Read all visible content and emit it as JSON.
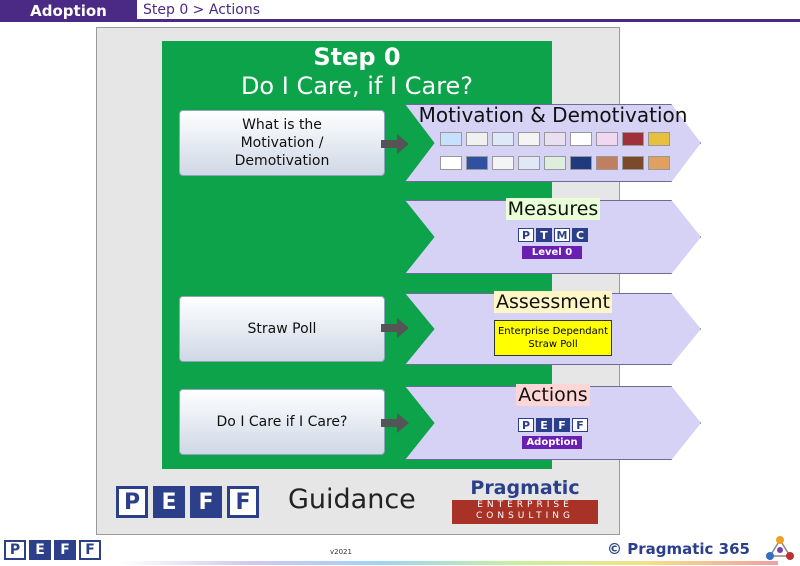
{
  "header": {
    "tab_label": "Adoption",
    "breadcrumb": "Step 0 > Actions"
  },
  "slide": {
    "title": "Step 0",
    "subtitle": "Do I Care, if I Care?",
    "questions": [
      {
        "line1": "What is the",
        "line2": "Motivation /",
        "line3": "Demotivation"
      },
      {
        "label": "Straw Poll"
      },
      {
        "label": "Do I Care if I Care?"
      }
    ],
    "chevrons": {
      "motivation": {
        "title": "Motivation & Demotivation"
      },
      "measures": {
        "title": "Measures",
        "letters": [
          "P",
          "T",
          "M",
          "C"
        ],
        "badge": "Level 0"
      },
      "assessment": {
        "title": "Assessment",
        "box_line1": "Enterprise Dependant",
        "box_line2": "Straw Poll"
      },
      "actions": {
        "title": "Actions",
        "letters": [
          "P",
          "E",
          "F",
          "F"
        ],
        "badge": "Adoption"
      }
    },
    "peff_letters": [
      "P",
      "E",
      "F",
      "F"
    ],
    "guidance": "Guidance",
    "brand": {
      "name": "Pragmatic",
      "tagline_line1": "ENTERPRISE",
      "tagline_line2": "CONSULTING"
    }
  },
  "footer": {
    "peff_letters": [
      "P",
      "E",
      "F",
      "F"
    ],
    "version": "v2021",
    "copyright": "© Pragmatic 365"
  },
  "colors": {
    "purple": "#4b2a86",
    "green": "#0ca34a",
    "chevron": "#d6d2f6",
    "navy": "#2b3f8a",
    "badge": "#6a1fb3",
    "highlight_yellow": "#ffff00",
    "brand_red": "#a93226"
  }
}
